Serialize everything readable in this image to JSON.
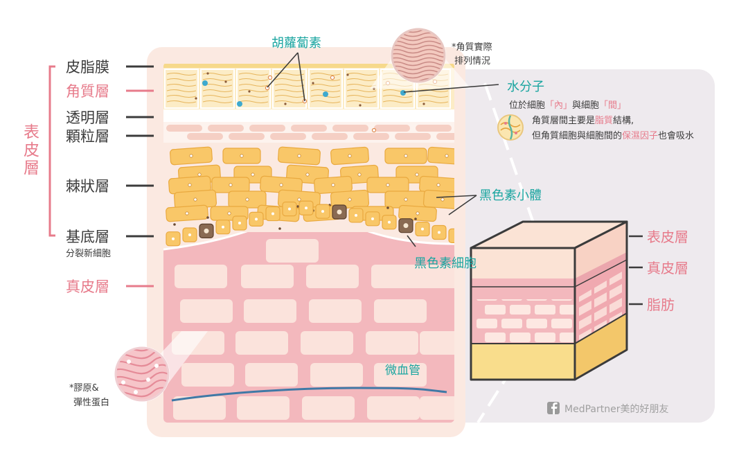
{
  "layers_left": {
    "sebum": "皮脂膜",
    "stratum_corneum": "角質層",
    "stratum_lucidum": "透明層",
    "stratum_granulosum": "顆粒層",
    "stratum_spinosum": "棘狀層",
    "stratum_basale": "基底層",
    "stratum_basale_note": "分裂新細胞",
    "dermis": "真皮層",
    "epidermis_vertical": [
      "表",
      "皮",
      "層"
    ]
  },
  "callouts": {
    "carotene": "胡蘿蔔素",
    "corneum_note_line1": "*角質實際",
    "corneum_note_line2": "排列情況",
    "water": "水分子",
    "water_desc_prefix": "位於細胞",
    "water_desc_inner": "「內」",
    "water_desc_mid": "與細胞",
    "water_desc_between": "「間」",
    "lipid_line1_prefix": "角質層間主要是",
    "lipid_line1_hl": "脂質",
    "lipid_line1_suffix": "結構,",
    "lipid_line2_prefix": "但角質細胞與細胞間的",
    "lipid_line2_hl": "保濕因子",
    "lipid_line2_suffix": "也會吸水",
    "melanosome": "黑色素小體",
    "melanocyte": "黑色素細胞",
    "capillary": "微血管",
    "collagen_line1": "*膠原&",
    "collagen_line2": "彈性蛋白"
  },
  "cube_labels": {
    "epidermis": "表皮層",
    "dermis": "真皮層",
    "fat": "脂肪"
  },
  "watermark": {
    "text": "MedPartner美的好朋友"
  },
  "colors": {
    "pink": "#e77b8b",
    "teal": "#1aa5a0",
    "dark": "#3b3b3b",
    "cell_yellow": "#f9c768",
    "cell_yellow_edge": "#e9a93f",
    "dermis_pink": "#f3b8bd",
    "dermis_cell": "#fbe3dc",
    "bg_left": "#fbe9e1",
    "bg_right": "#eeeaee"
  }
}
